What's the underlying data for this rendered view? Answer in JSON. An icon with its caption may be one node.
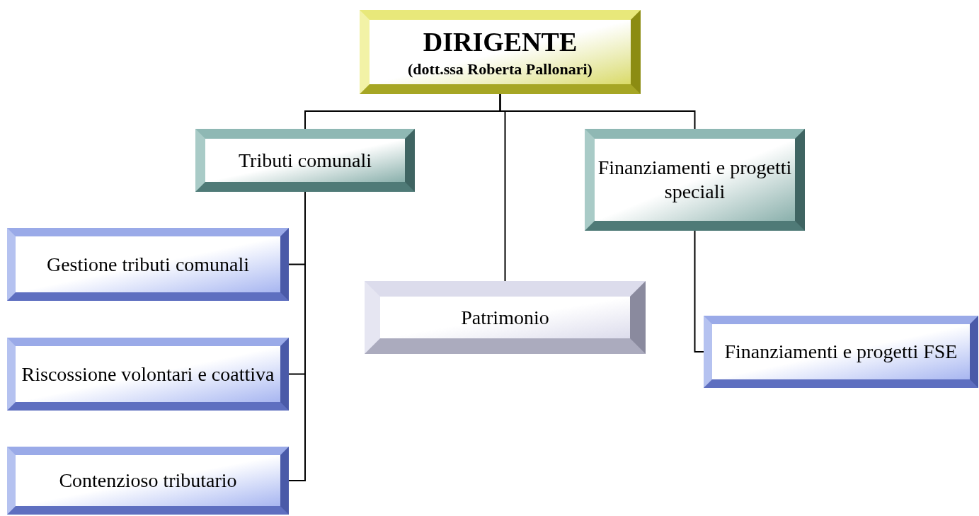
{
  "diagram": {
    "nodes": [
      {
        "text": [
          "DIRIGENTE",
          "(dott.ssa Roberta Pallonari)"
        ]
      },
      {
        "text": [
          "Tributi comunali"
        ]
      },
      {
        "text": [
          "Finanziamenti e progetti speciali"
        ]
      },
      {
        "text": [
          "Gestione tributi comunali"
        ]
      },
      {
        "text": [
          "Riscossione volontari e coattiva"
        ]
      },
      {
        "text": [
          "Contenzioso tributario"
        ]
      },
      {
        "text": [
          "Patrimonio"
        ]
      },
      {
        "text": [
          "Finanziamenti e progetti FSE"
        ]
      }
    ],
    "edges": [
      {
        "from": 0,
        "to": 1,
        "arrow": "none"
      },
      {
        "from": 0,
        "to": 6,
        "arrow": "none"
      },
      {
        "from": 0,
        "to": 2,
        "arrow": "none"
      },
      {
        "from": 1,
        "to": 3,
        "arrow": "none"
      },
      {
        "from": 1,
        "to": 4,
        "arrow": "none"
      },
      {
        "from": 1,
        "to": 5,
        "arrow": "none"
      },
      {
        "from": 2,
        "to": 7,
        "arrow": "none"
      }
    ]
  }
}
